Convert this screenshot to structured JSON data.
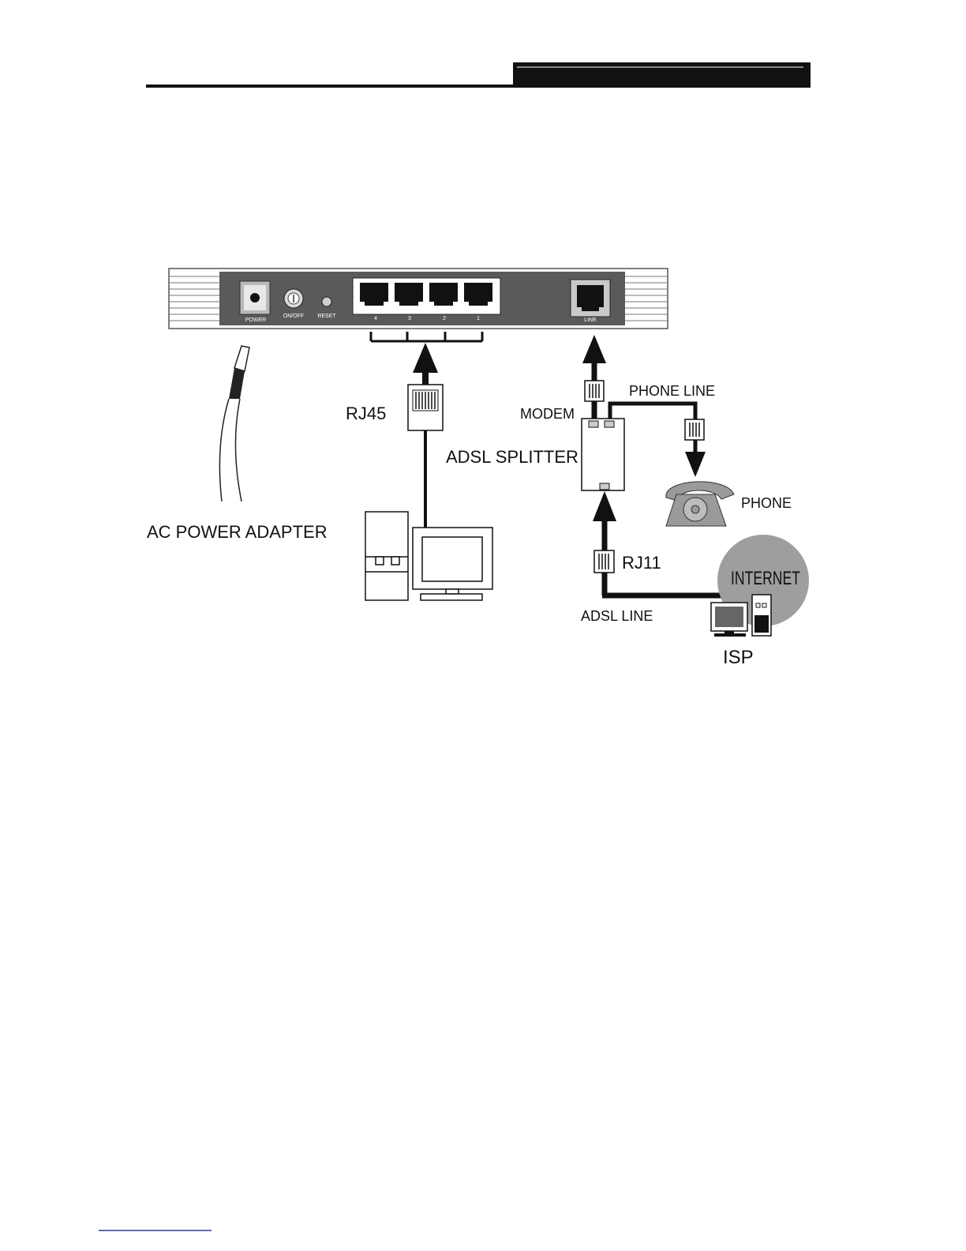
{
  "labels": {
    "power": "POWER",
    "onoff": "ON/OFF",
    "reset": "RESET",
    "port4": "4",
    "port3": "3",
    "port2": "2",
    "port1": "1",
    "line": "LINE",
    "rj45": "RJ45",
    "ac_power_adapter": "AC POWER ADAPTER",
    "modem": "MODEM",
    "phone_line": "PHONE LINE",
    "adsl_splitter": "ADSL SPLITTER",
    "phone": "PHONE",
    "rj11": "RJ11",
    "internet": "INTERNET",
    "adsl_line": "ADSL LINE",
    "isp": "ISP"
  }
}
